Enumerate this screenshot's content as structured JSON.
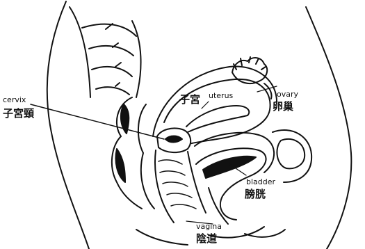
{
  "labels": {
    "cervix": {
      "en": "cervix",
      "zh": "子宮頸"
    },
    "uterus": {
      "en": "uterus",
      "zh": "子宮"
    },
    "ovary": {
      "en": "ovary",
      "zh": "卵巢"
    },
    "bladder": {
      "en": "bladder",
      "zh": "膀胱"
    },
    "vagina": {
      "en": "vagina",
      "zh": "陰道"
    }
  },
  "colors": {
    "ink": "#111111",
    "background": "#ffffff"
  }
}
